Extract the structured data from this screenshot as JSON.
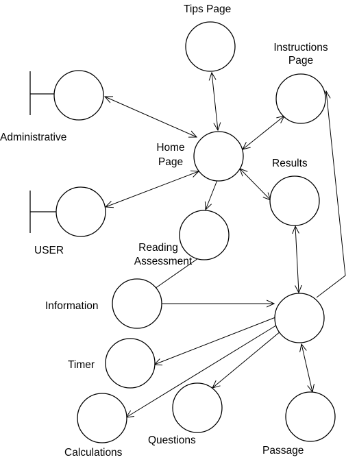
{
  "labels": {
    "tips_page": "Tips Page",
    "instructions_page_1": "Instructions",
    "instructions_page_2": "Page",
    "administrative": "Administrative",
    "home_page_1": "Home",
    "home_page_2": "Page",
    "results": "Results",
    "user": "USER",
    "reading_assessment_1": "Reading",
    "reading_assessment_2": "Assessment",
    "information": "Information",
    "timer": "Timer",
    "calculations": "Calculations",
    "questions": "Questions",
    "passage": "Passage"
  },
  "colors": {
    "stroke": "#000000",
    "background": "#ffffff"
  }
}
